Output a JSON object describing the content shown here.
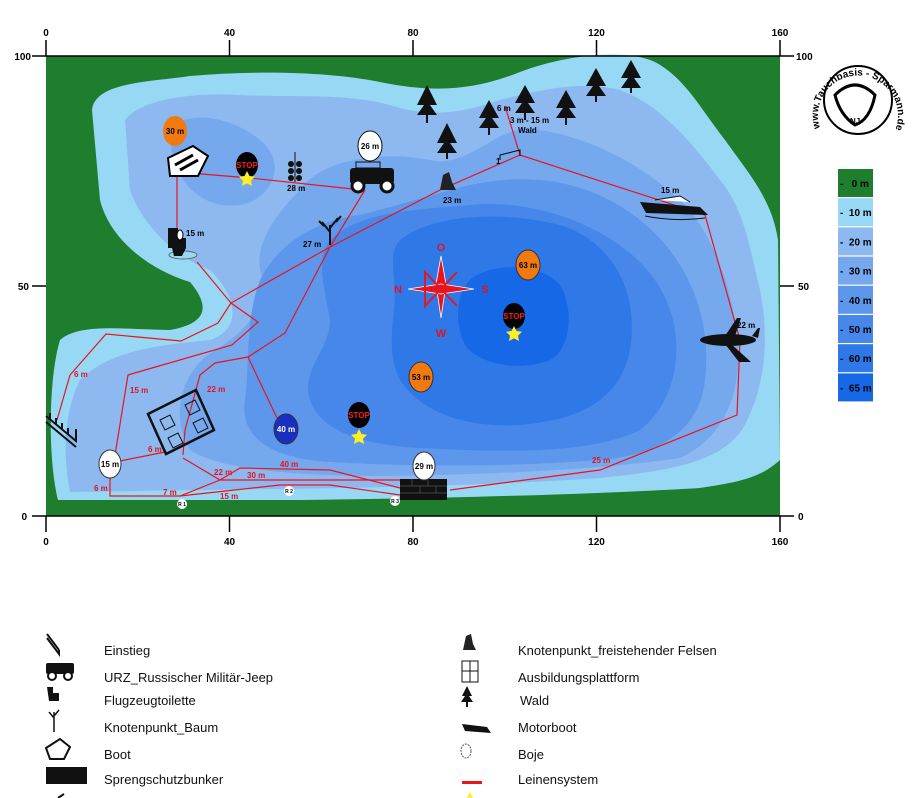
{
  "axes": {
    "x_ticks": [
      "0",
      "40",
      "80",
      "120",
      "160"
    ],
    "y_ticks": [
      "100",
      "50",
      "0"
    ]
  },
  "logo": {
    "text": "www.Tauchbasis - Sparmann.de",
    "initials": "NJ"
  },
  "depth_legend": [
    {
      "label": "-   0 m",
      "color": "#1e7e2e"
    },
    {
      "label": "-  10 m",
      "color": "#97d9f5"
    },
    {
      "label": "-  20 m",
      "color": "#8db9f0"
    },
    {
      "label": "-  30 m",
      "color": "#76a8ee"
    },
    {
      "label": "-  40 m",
      "color": "#5c97ec"
    },
    {
      "label": "-  50 m",
      "color": "#4787ea"
    },
    {
      "label": "-  60 m",
      "color": "#2f78e8"
    },
    {
      "label": "-  65 m",
      "color": "#1768e6"
    }
  ],
  "compass": {
    "top": "O",
    "left": "N",
    "right": "S",
    "bottom": "W"
  },
  "buoys": [
    {
      "label": "30 m",
      "color": "#f07a10"
    },
    {
      "label": "26 m",
      "color": "#ffffff"
    },
    {
      "label": "63 m",
      "color": "#f07a10"
    },
    {
      "label": "53 m",
      "color": "#f07a10"
    },
    {
      "label": "40 m",
      "color": "#1a2fc0"
    },
    {
      "label": "15 m",
      "color": "#ffffff"
    },
    {
      "label": "29 m",
      "color": "#ffffff"
    }
  ],
  "stops": [
    "STOP",
    "STOP",
    "STOP"
  ],
  "object_labels": {
    "boat_toilet": "15 m",
    "tower": "28 m",
    "tree": "27 m",
    "rock": "23 m",
    "forest_top": "6 m",
    "forest_range": "3 m - 15 m",
    "forest_name": "Wald",
    "motorboat": "15 m",
    "plane": "22 m"
  },
  "line_labels": [
    "6 m",
    "15 m",
    "22 m",
    "6 m",
    "6 m",
    "7 m",
    "15 m",
    "22 m",
    "30 m",
    "40 m",
    "25 m"
  ],
  "ropes_small": {
    "r1": "R 1",
    "r2": "R 2",
    "r3": "R 3",
    "marker": "1"
  },
  "legend": {
    "left": [
      "Einstieg",
      "URZ_Russischer Militär-Jeep",
      "Flugzeugtoilette",
      "Knotenpunkt_Baum",
      "Boot",
      "Sprengschutzbunker"
    ],
    "right": [
      "Knotenpunkt_freistehender Felsen",
      "Ausbildungsplattform",
      "Wald",
      "Motorboot",
      "Boje",
      "Leinensystem"
    ]
  }
}
